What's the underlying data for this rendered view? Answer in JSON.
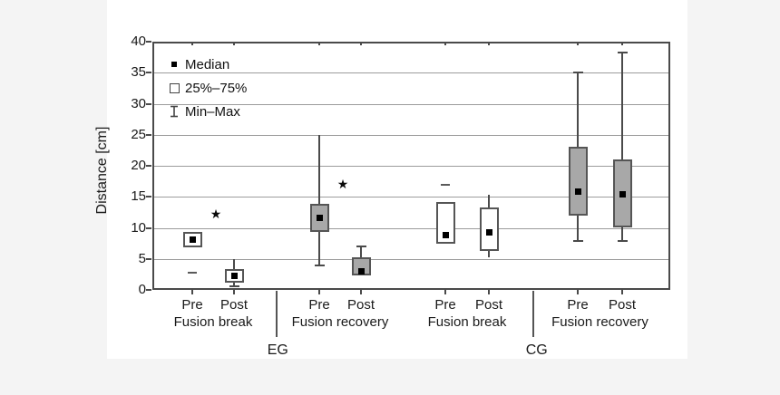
{
  "figure": {
    "background": "#f4f4f4",
    "canvas_background": "#ffffff"
  },
  "legend": {
    "items": [
      {
        "icon": "median-square-icon",
        "label": "Median"
      },
      {
        "icon": "quartile-box-icon",
        "label": "25%–75%"
      },
      {
        "icon": "minmax-whisker-icon",
        "label": "Min–Max"
      }
    ]
  },
  "chart_data": {
    "type": "boxplot",
    "title": "",
    "ylabel": "Distance [cm]",
    "xlabel": "",
    "ylim": [
      0,
      40
    ],
    "yticks": [
      0,
      5,
      10,
      15,
      20,
      25,
      30,
      35,
      40
    ],
    "grid": true,
    "legend_position": "top-left",
    "colors": {
      "box_gray_fill": "#a8a8a8",
      "box_white_fill": "#ffffff",
      "box_border": "#555555",
      "whisker": "#4a4a4a",
      "gridline": "#9c9c9c",
      "median_marker": "#000000",
      "star": "#0a0a0a"
    },
    "sections": [
      {
        "group": "EG",
        "conditions": [
          {
            "label": "Fusion break",
            "star_y": 12.3,
            "boxes": [
              {
                "label": "Pre",
                "fill": "white",
                "q1": 6.9,
                "q3": 9.4,
                "median": 8.1,
                "lone_dash": 2.8
              },
              {
                "label": "Post",
                "fill": "white",
                "q1": 1.2,
                "q3": 3.3,
                "median": 2.2,
                "whisker_high": 4.9,
                "cap_high": false,
                "whisker_low": 0.6,
                "cap_low": true
              }
            ]
          },
          {
            "label": "Fusion recovery",
            "star_y": 17.1,
            "boxes": [
              {
                "label": "Pre",
                "fill": "gray",
                "q1": 9.4,
                "q3": 13.9,
                "median": 11.6,
                "whisker_high": 24.9,
                "cap_high": false,
                "whisker_low": 4.0,
                "cap_low": true
              },
              {
                "label": "Post",
                "fill": "gray",
                "q1": 2.3,
                "q3": 5.3,
                "median": 3.0,
                "whisker_high": 7.0,
                "cap_high": true
              }
            ]
          }
        ]
      },
      {
        "group": "CG",
        "conditions": [
          {
            "label": "Fusion break",
            "star_y": null,
            "boxes": [
              {
                "label": "Pre",
                "fill": "white",
                "q1": 7.4,
                "q3": 14.2,
                "median": 8.8,
                "lone_dash": 16.9
              },
              {
                "label": "Post",
                "fill": "white",
                "q1": 6.3,
                "q3": 13.3,
                "median": 9.2,
                "whisker_high": 15.4,
                "cap_high": false,
                "whisker_low": 5.2,
                "cap_low": false
              }
            ]
          },
          {
            "label": "Fusion recovery",
            "star_y": null,
            "boxes": [
              {
                "label": "Pre",
                "fill": "gray",
                "q1": 12.0,
                "q3": 23.0,
                "median": 15.9,
                "whisker_high": 35.0,
                "cap_high": true,
                "whisker_low": 7.9,
                "cap_low": true
              },
              {
                "label": "Post",
                "fill": "gray",
                "q1": 10.1,
                "q3": 21.0,
                "median": 15.4,
                "whisker_high": 38.2,
                "cap_high": true,
                "whisker_low": 7.9,
                "cap_low": true
              }
            ]
          }
        ]
      }
    ]
  }
}
